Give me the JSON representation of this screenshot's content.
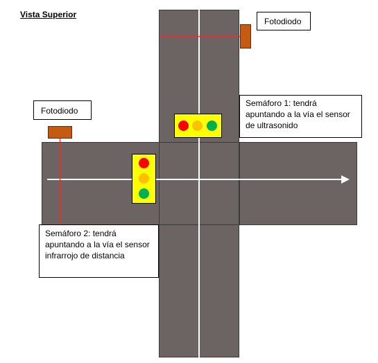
{
  "title": "Vista Superior",
  "photodiode_top": {
    "label": "Fotodiodo"
  },
  "photodiode_left": {
    "label": "Fotodiodo"
  },
  "semaphore_1": {
    "note": "Semáforo 1: tendrá apuntando a la vía el sensor de ultrasonido"
  },
  "semaphore_2": {
    "note": "Semáforo 2: tendrá apuntando a la vía el sensor infrarrojo de distancia"
  },
  "colors": {
    "road": "#6b6463",
    "lane_line": "#ffffff",
    "sensor": "#c55a11",
    "beam": "#e03030",
    "traffic_light_body": "#ffff00",
    "lamp_red": "#ff0000",
    "lamp_yellow": "#ffc000",
    "lamp_green": "#00b050"
  }
}
